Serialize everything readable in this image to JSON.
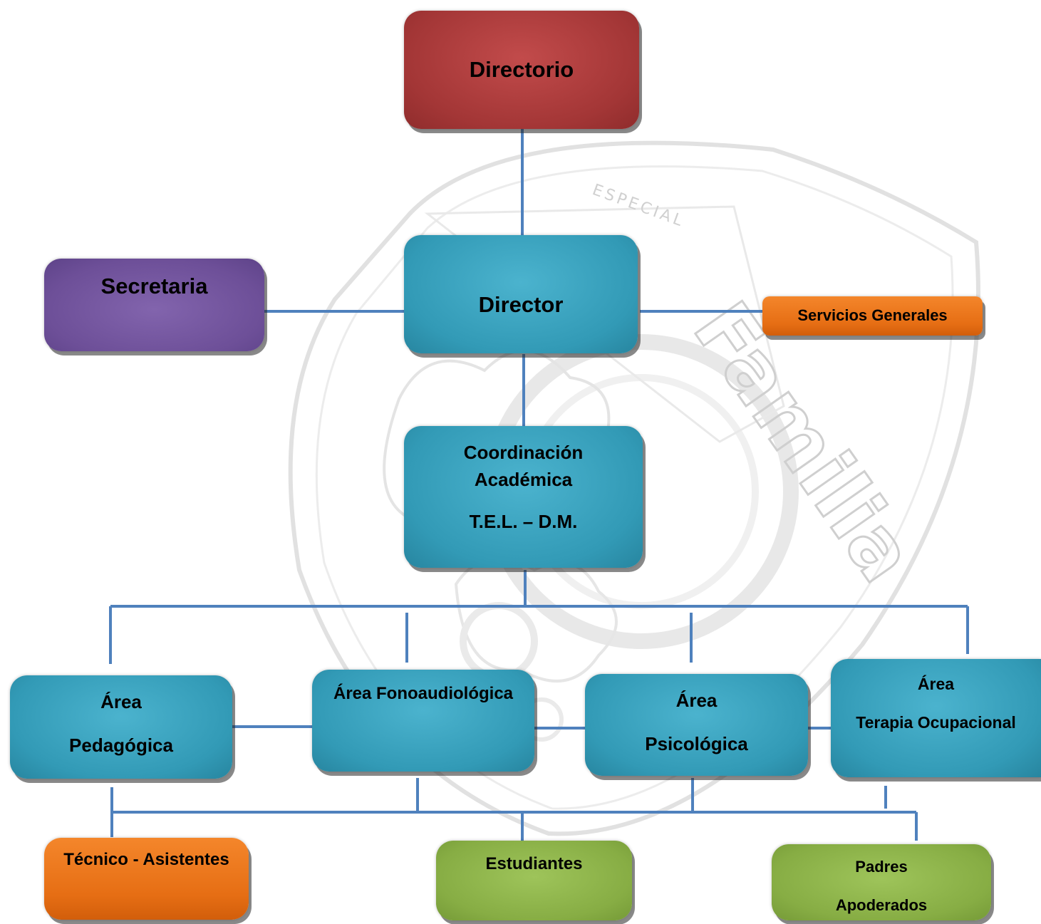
{
  "nodes": {
    "directorio": "Directorio",
    "director": "Director",
    "secretaria": "Secretaria",
    "servicios": "Servicios Generales",
    "coordinacion": {
      "line1": "Coordinación",
      "line2": "Académica",
      "line3": "T.E.L. – D.M."
    },
    "area_pedagogica": {
      "line1": "Área",
      "line2": "Pedagógica"
    },
    "area_fono": "Área Fonoaudiológica",
    "area_psico": {
      "line1": "Área",
      "line2": "Psicológica"
    },
    "area_terapia": {
      "line1": "Área",
      "line2": "Terapia Ocupacional"
    },
    "tecnico": "Técnico - Asistentes",
    "estudiantes": "Estudiantes",
    "padres": {
      "line1": "Padres",
      "line2": "Apoderados"
    }
  },
  "watermark": {
    "text": "Familia",
    "seal_text": "ESPECIAL"
  },
  "colors": {
    "connector": "#4f81bd",
    "red": "#a33636",
    "teal": "#329ab6",
    "purple": "#6d4f98",
    "orange": "#e66e14",
    "green": "#87ad44"
  }
}
